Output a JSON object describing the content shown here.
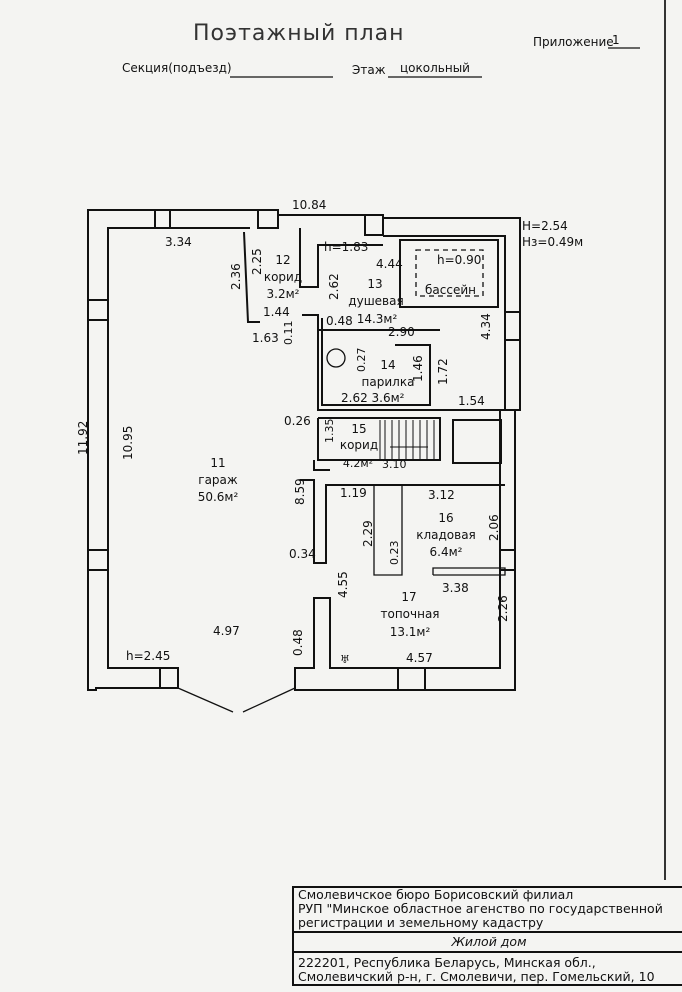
{
  "header": {
    "title": "Поэтажный план",
    "appendix_label": "Приложение",
    "appendix_number": "1",
    "section_label": "Секция(подъезд)",
    "section_value": "",
    "floor_label": "Этаж",
    "floor_value": "цокольный"
  },
  "plan": {
    "heights": {
      "H": "H=2.54",
      "Hz": "Hз=0.49м"
    },
    "dimensions": {
      "total_width": "10.84",
      "total_height": "11.92",
      "garage_height": "10.95",
      "d334": "3.34",
      "d236": "2.36",
      "d225": "2.25",
      "d144": "1.44",
      "d163": "1.63",
      "d011": "0.11",
      "d262a": "2.62",
      "h183": "h=1.83",
      "d444": "4.44",
      "d048a": "0.48",
      "d290": "2.90",
      "d027": "0.27",
      "d146": "1.46",
      "d172": "1.72",
      "d262b": "2.62",
      "d154": "1.54",
      "d434": "4.34",
      "h090": "h=0.90",
      "d026": "0.26",
      "d135": "1.35",
      "d310": "3.10",
      "d859": "8.59",
      "d034": "0.34",
      "d119": "1.19",
      "d312": "3.12",
      "d229": "2.29",
      "d023": "0.23",
      "d206": "2.06",
      "d338": "3.38",
      "d455": "4.55",
      "d226": "2.26",
      "d497": "4.97",
      "h245": "h=2.45",
      "d048b": "0.48",
      "d457": "4.57"
    },
    "rooms": [
      {
        "number": "11",
        "name": "гараж",
        "area": "50.6м²"
      },
      {
        "number": "12",
        "name": "корид",
        "area": "3.2м²"
      },
      {
        "number": "13",
        "name": "душевая",
        "area": "14.3м²"
      },
      {
        "number": "14",
        "name": "парилка",
        "area": "3.6м²"
      },
      {
        "number": "15",
        "name": "корид",
        "area": "4.2м²"
      },
      {
        "number": "16",
        "name": "кладовая",
        "area": "6.4м²"
      },
      {
        "number": "17",
        "name": "топочная",
        "area": "13.1м²"
      }
    ],
    "pool_label": "бассейн"
  },
  "stamp": {
    "org_line1": "Смолевичское бюро Борисовский филиал",
    "org_line2": "РУП \"Минское областное агенство по государственной",
    "org_line3": "регистрации и земельному кадастру",
    "object": "Жилой дом",
    "address_line1": "222201, Республика Беларусь, Минская обл.,",
    "address_line2": "Смолевичский р-н, г. Смолевичи, пер. Гомельский, 10"
  }
}
